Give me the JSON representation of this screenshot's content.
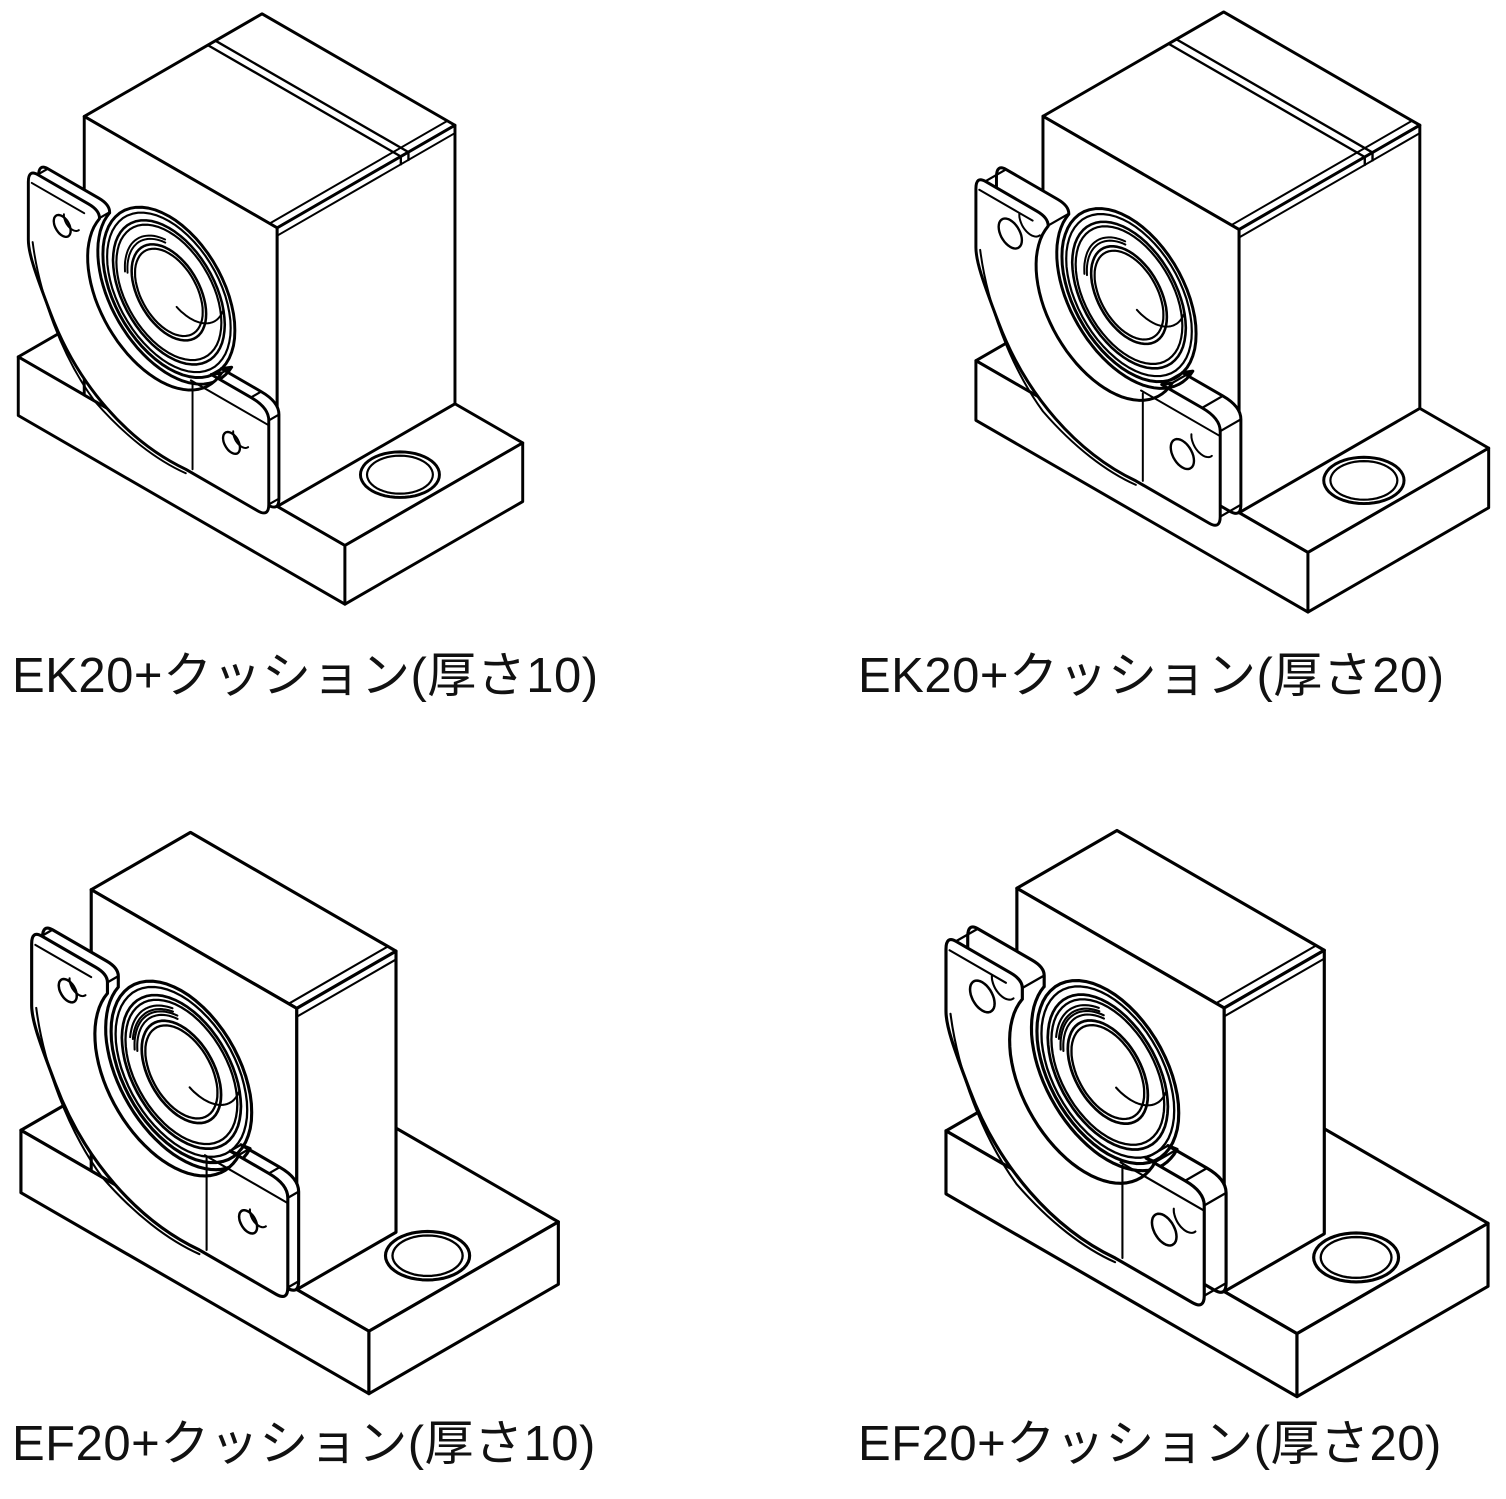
{
  "page": {
    "background": "#ffffff",
    "line_color": "#000000"
  },
  "figures": [
    {
      "id": "ek20-t10",
      "caption": "EK20+クッション(厚さ10)",
      "unit_type": "EK20",
      "cushion_thickness": 10
    },
    {
      "id": "ek20-t20",
      "caption": "EK20+クッション(厚さ20)",
      "unit_type": "EK20",
      "cushion_thickness": 20
    },
    {
      "id": "ef20-t10",
      "caption": "EF20+クッション(厚さ10)",
      "unit_type": "EF20",
      "cushion_thickness": 10
    },
    {
      "id": "ef20-t20",
      "caption": "EF20+クッション(厚さ20)",
      "unit_type": "EF20",
      "cushion_thickness": 20
    }
  ]
}
